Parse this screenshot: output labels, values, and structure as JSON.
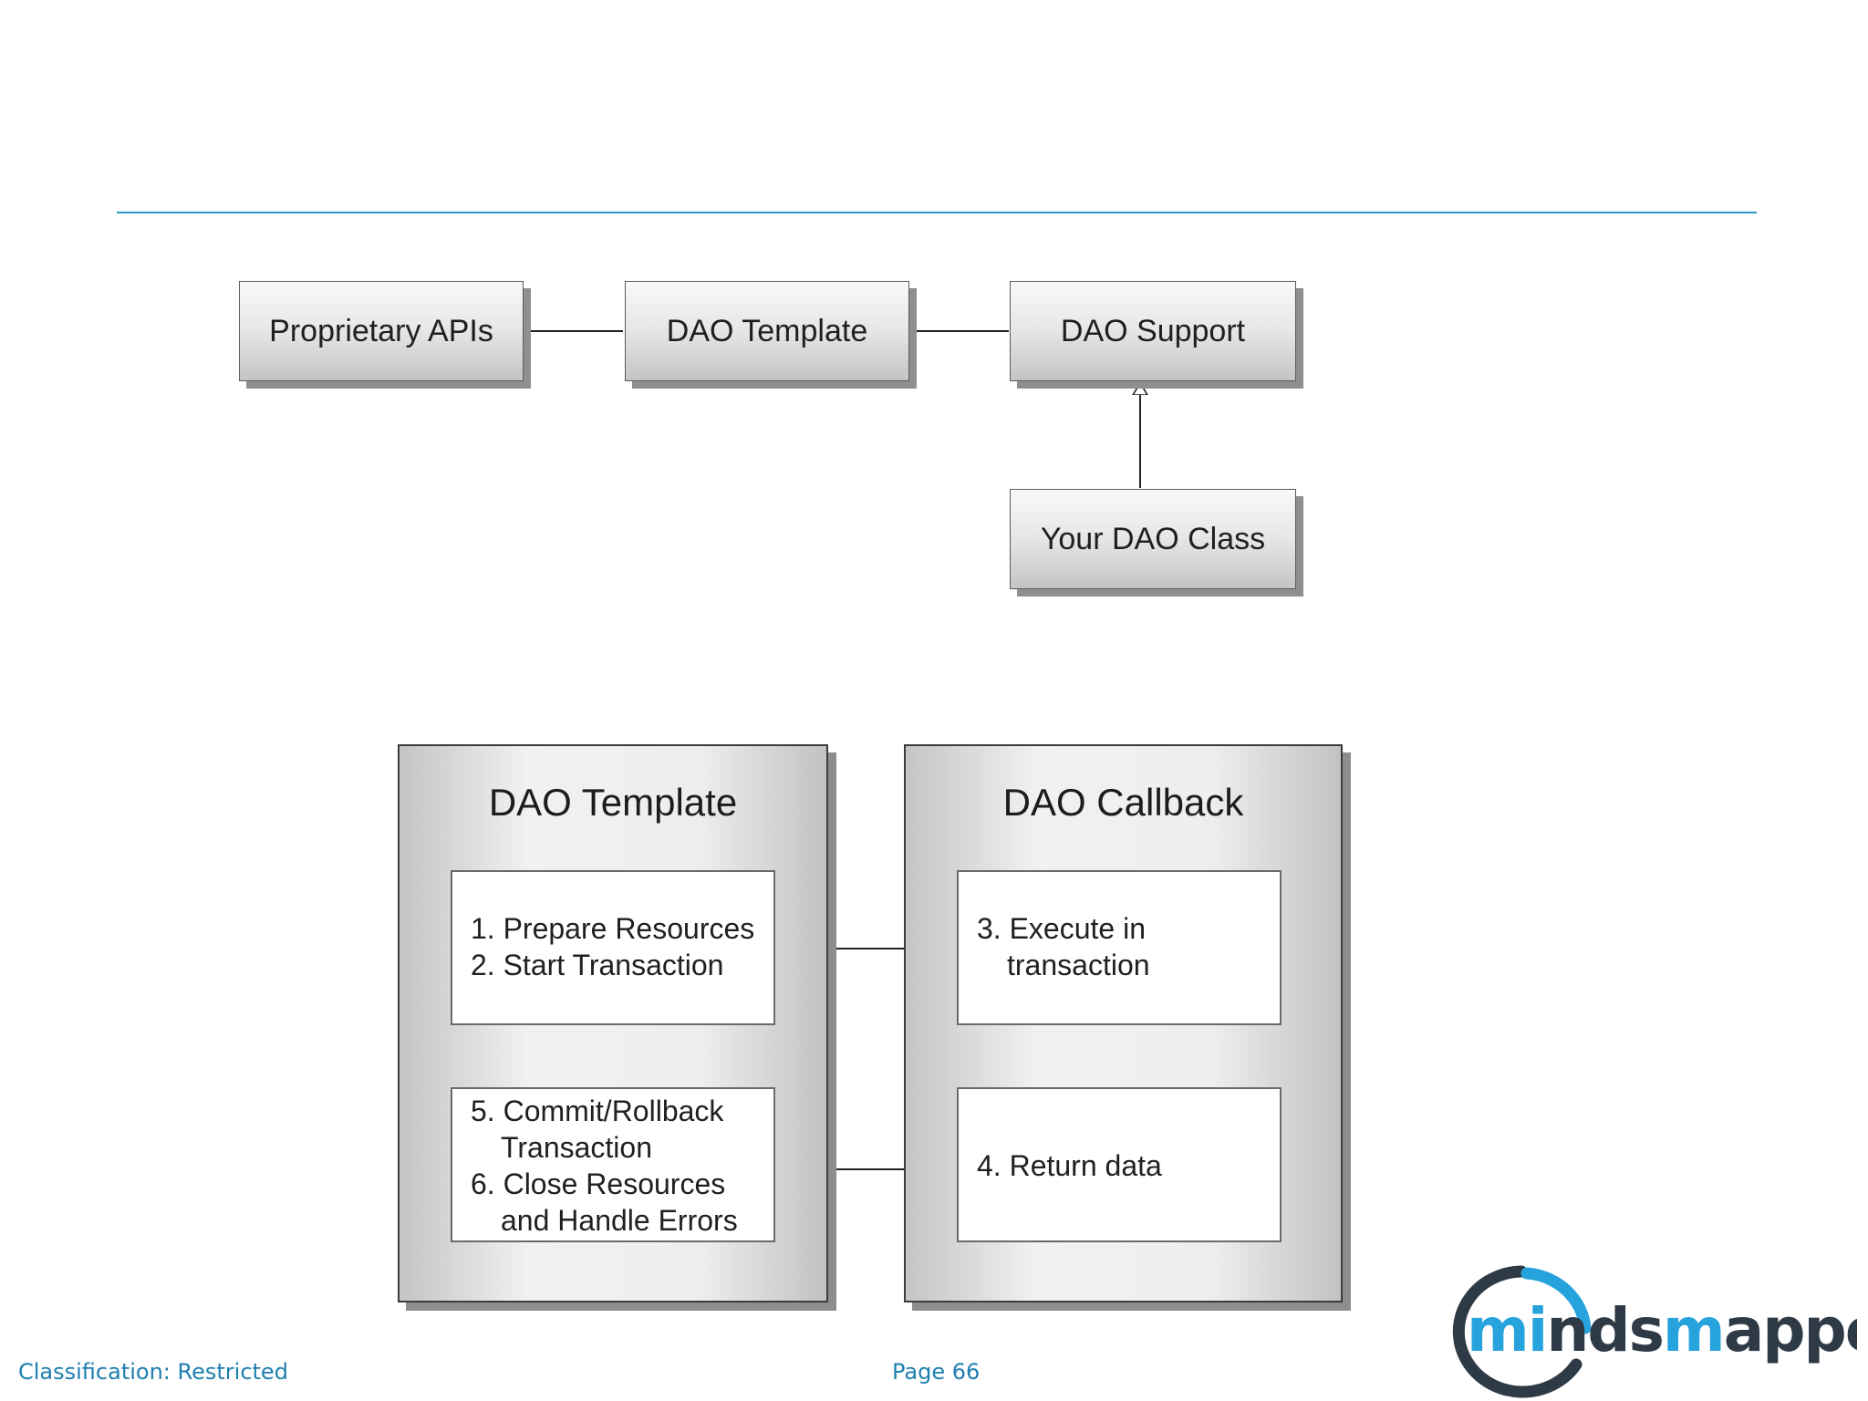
{
  "diagram_top": {
    "proprietary_apis": "Proprietary APIs",
    "dao_template": "DAO Template",
    "dao_support": "DAO Support",
    "your_dao_class": "Your DAO Class"
  },
  "diagram_bottom": {
    "template_panel": {
      "title": "DAO Template",
      "step_box_1": [
        "1. Prepare Resources",
        "2. Start Transaction"
      ],
      "step_box_2": [
        "5. Commit/Rollback",
        "Transaction",
        "6. Close Resources",
        "and Handle Errors"
      ]
    },
    "callback_panel": {
      "title": "DAO Callback",
      "step_box_1": [
        "3. Execute in",
        "transaction"
      ],
      "step_box_2": [
        "4. Return data"
      ]
    }
  },
  "footer": {
    "classification": "Classification: Restricted",
    "page": "Page 66"
  },
  "logo": {
    "part1": "mi",
    "part2": "nds",
    "part3": "m",
    "part4": "apped",
    "colors": {
      "ring": "#2e3a46",
      "ring_accent": "#26a3dd",
      "text_blue": "#26a3dd",
      "text_dark": "#2e3a46"
    }
  },
  "colors": {
    "rule": "#2a9ac7",
    "footer_text": "#1f7fb0"
  }
}
